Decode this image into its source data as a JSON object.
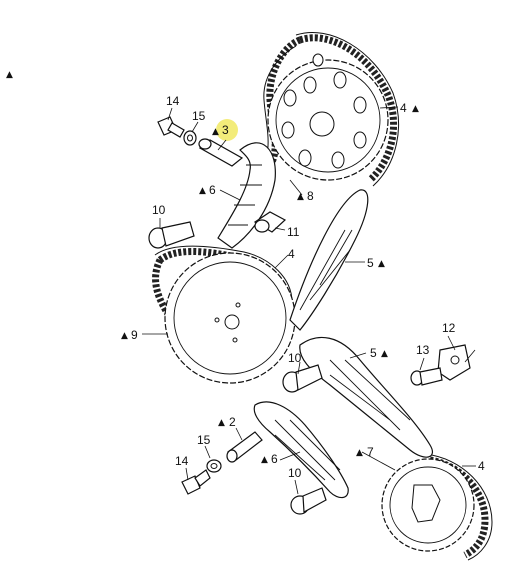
{
  "legend_note": "▲",
  "labels": {
    "l14a": "14",
    "l15a": "15",
    "l3": "3",
    "l4a": "4",
    "l6a": "6",
    "l8": "8",
    "l10a": "10",
    "l11": "11",
    "l4b": "4",
    "l5a": "5",
    "l9": "9",
    "l12": "12",
    "l13": "13",
    "l10b": "10",
    "l5b": "5",
    "l2": "2",
    "l15b": "15",
    "l14b": "14",
    "l6b": "6",
    "l7": "7",
    "l10c": "10",
    "l4c": "4"
  },
  "marker": "▲",
  "highlight_color": "#f3ec7a"
}
